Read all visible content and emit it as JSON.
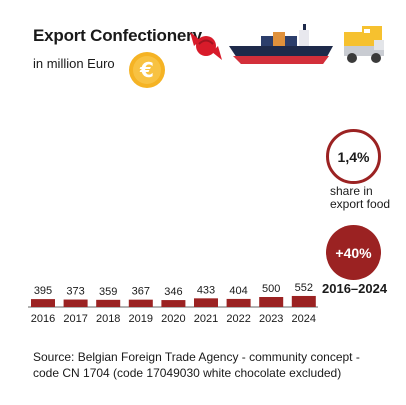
{
  "header": {
    "title": "Export Confectionery",
    "subtitle": "in million Euro"
  },
  "icons": [
    "euro-coin-icon",
    "candy-icon",
    "cargo-ship-icon",
    "delivery-truck-icon"
  ],
  "colors": {
    "bar": "#9b2222",
    "coin": "#f5b324",
    "accent": "#9b2222"
  },
  "chart_data": {
    "type": "bar",
    "categories": [
      "2016",
      "2017",
      "2018",
      "2019",
      "2020",
      "2021",
      "2022",
      "2023",
      "2024"
    ],
    "values": [
      395,
      373,
      359,
      367,
      346,
      433,
      404,
      500,
      552
    ],
    "value_labels": [
      "395",
      "373",
      "359",
      "367",
      "346",
      "433",
      "404",
      "500",
      "552"
    ],
    "title": "Export Confectionery",
    "ylabel": "in million Euro",
    "ylim": [
      0,
      5000
    ],
    "grid": false,
    "legend": "none"
  },
  "stats": {
    "share_value": "1,4%",
    "share_label": "share in export food",
    "growth_value": "+40%",
    "growth_period": "2016–2024"
  },
  "source": "Source: Belgian Foreign Trade Agency - community concept - code CN 1704 (code 17049030 white chocolate excluded)"
}
